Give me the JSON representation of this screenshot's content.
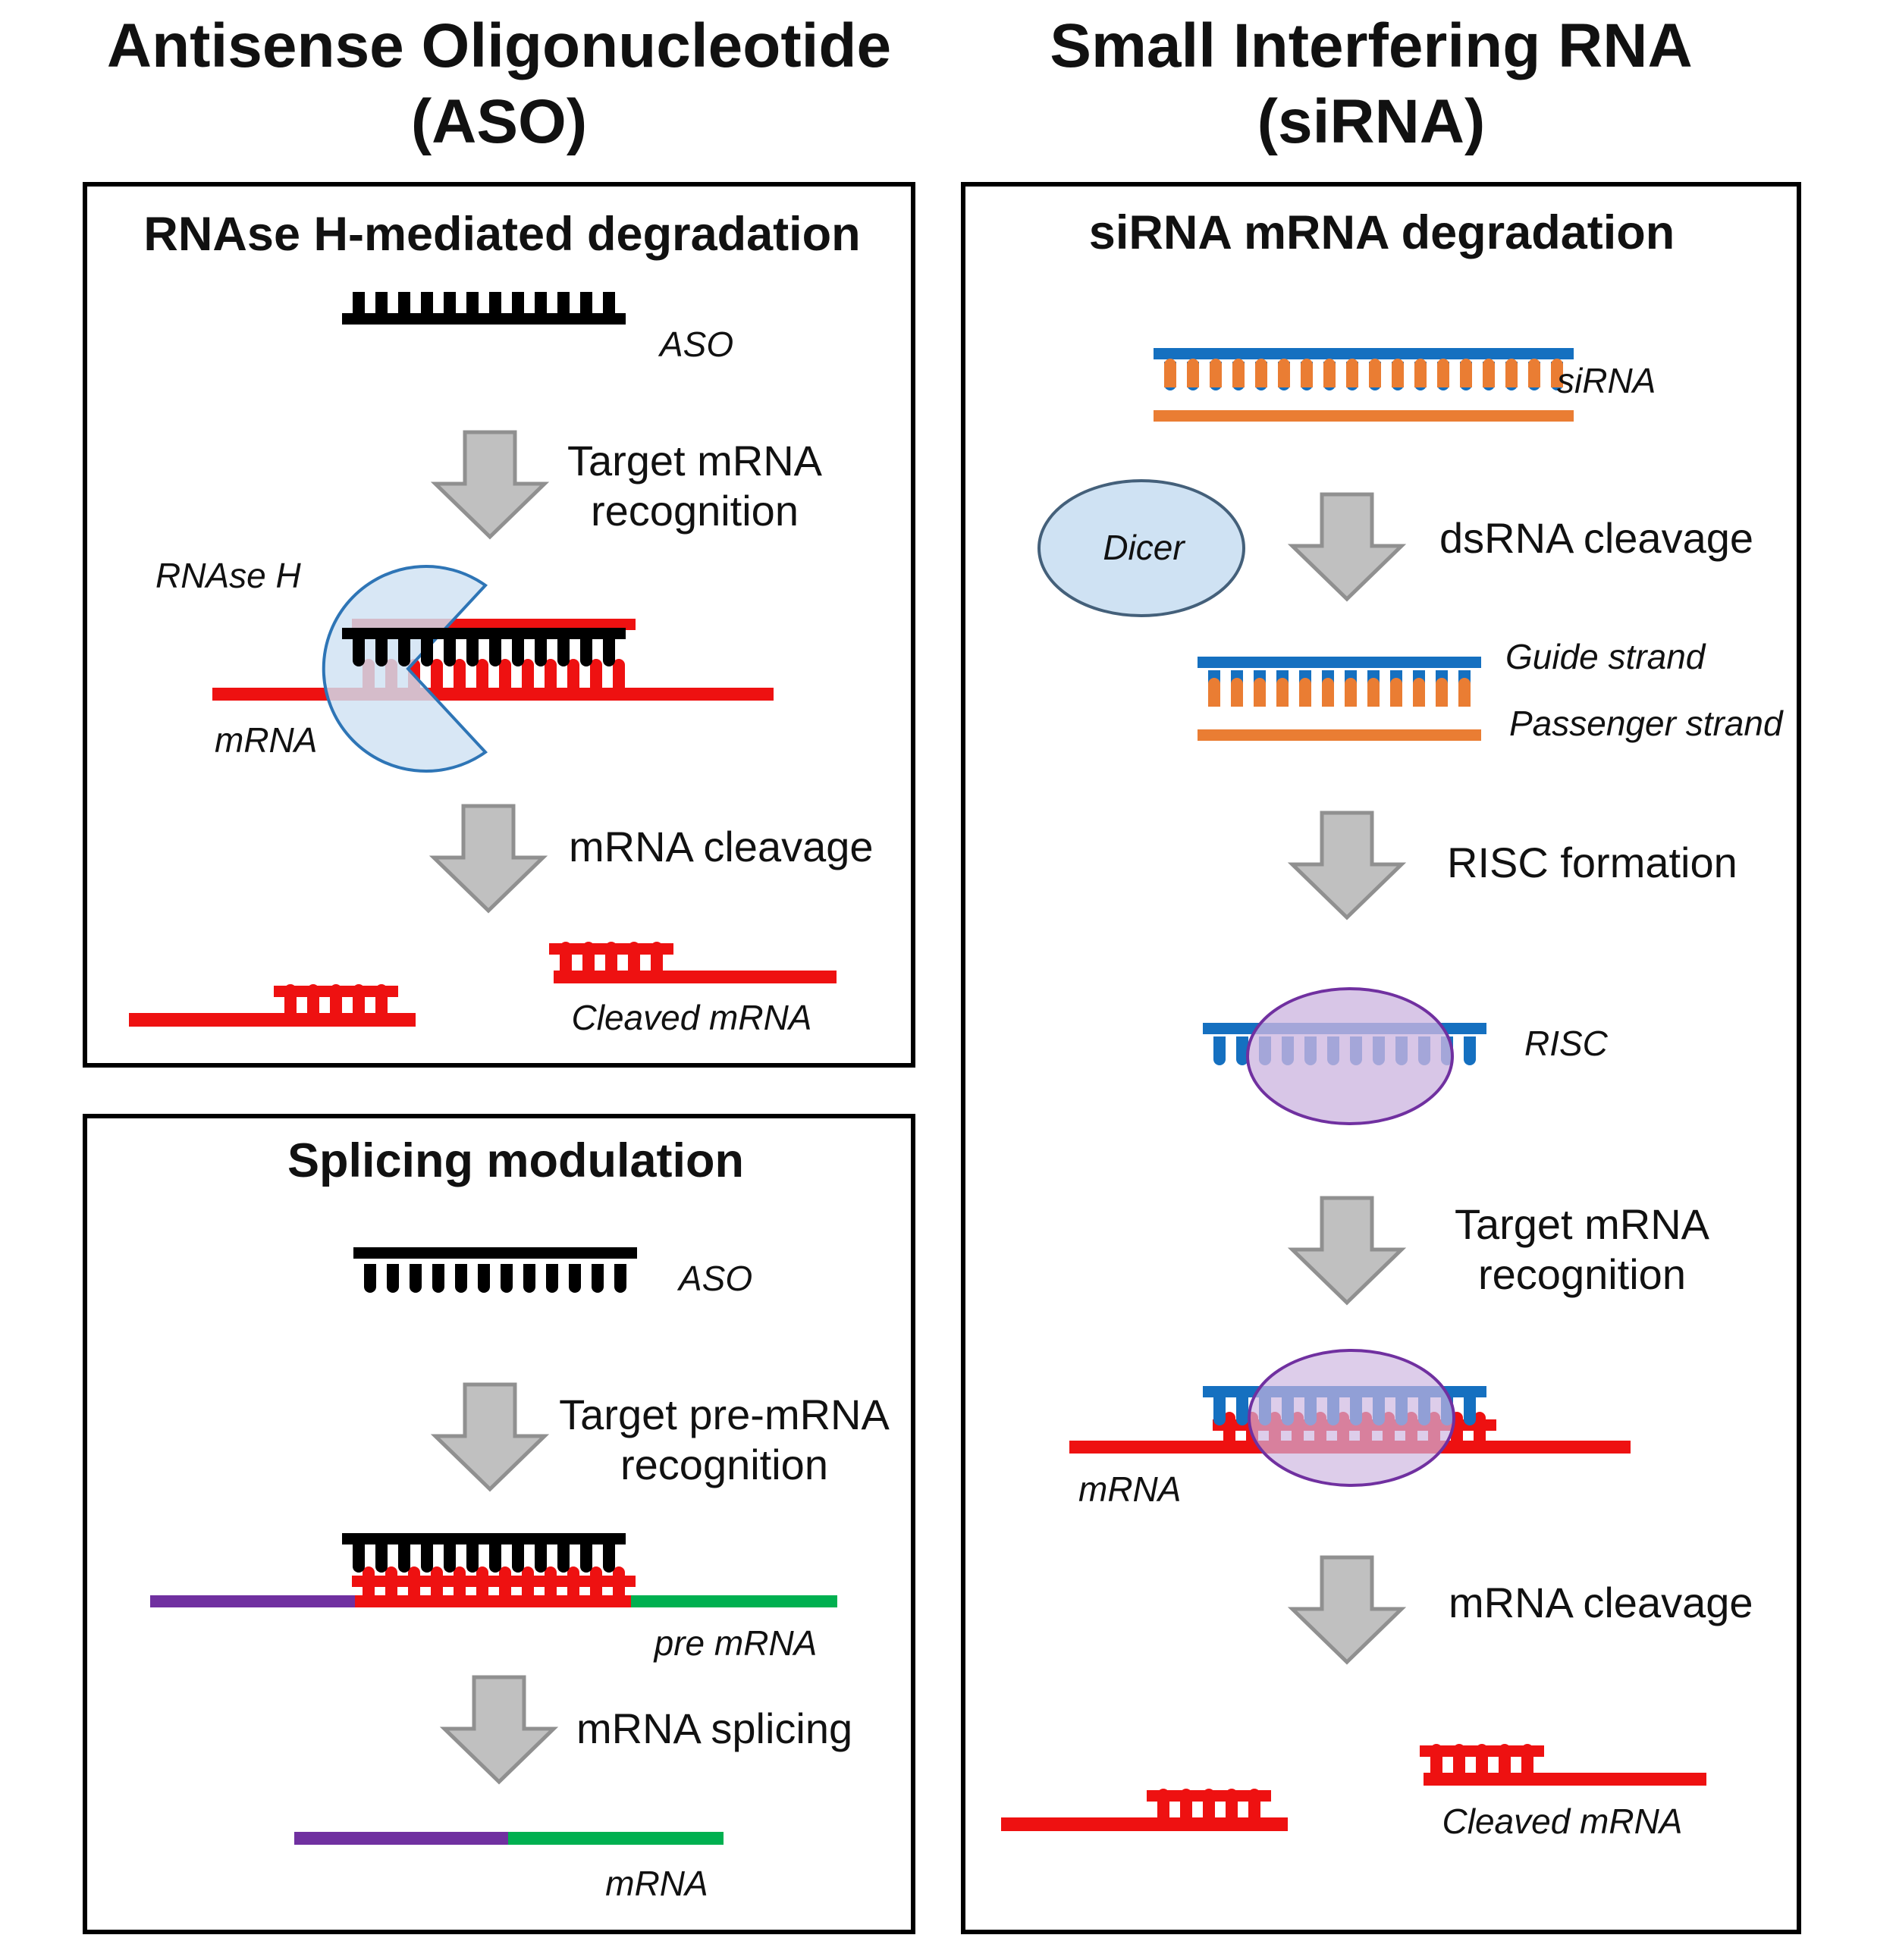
{
  "aso": {
    "title_line1": "Antisense Oligonucleotide",
    "title_line2": "(ASO)",
    "rnase_panel": {
      "heading": "RNAse H-mediated degradation",
      "aso_label": "ASO",
      "step1_line1": "Target mRNA",
      "step1_line2": "recognition",
      "enzyme_label": "RNAse H",
      "mrna_label": "mRNA",
      "step2": "mRNA cleavage",
      "cleaved_label": "Cleaved mRNA"
    },
    "splicing_panel": {
      "heading": "Splicing modulation",
      "aso_label": "ASO",
      "step1_line1": "Target pre-mRNA",
      "step1_line2": "recognition",
      "premrna_label": "pre mRNA",
      "step2": "mRNA splicing",
      "mrna_label": "mRNA"
    }
  },
  "sirna": {
    "title_line1": "Small Interfering RNA",
    "title_line2": "(siRNA)",
    "panel": {
      "heading": "siRNA mRNA degradation",
      "sirna_label": "siRNA",
      "dicer_label": "Dicer",
      "step1": "dsRNA cleavage",
      "guide_label": "Guide strand",
      "passenger_label": "Passenger strand",
      "step2": "RISC formation",
      "risc_label": "RISC",
      "step3_line1": "Target mRNA",
      "step3_line2": "recognition",
      "mrna_label": "mRNA",
      "step4": "mRNA cleavage",
      "cleaved_label": "Cleaved mRNA"
    }
  },
  "colors": {
    "aso_strand": "#000000",
    "mrna": "#ee1111",
    "guide_strand": "#1570c0",
    "passenger_strand": "#ea7d33",
    "exon_left": "#7030a0",
    "exon_right": "#00b050",
    "rnase_fill": "#cfe2f3",
    "rnase_stroke": "#2e75b6",
    "dicer_fill": "#cfe2f3",
    "dicer_stroke": "#44607a",
    "risc_fill": "#cdb6e0",
    "risc_stroke": "#7030a0",
    "arrow_fill": "#c0c0c0",
    "arrow_stroke": "#909090",
    "frame": "#000000"
  }
}
